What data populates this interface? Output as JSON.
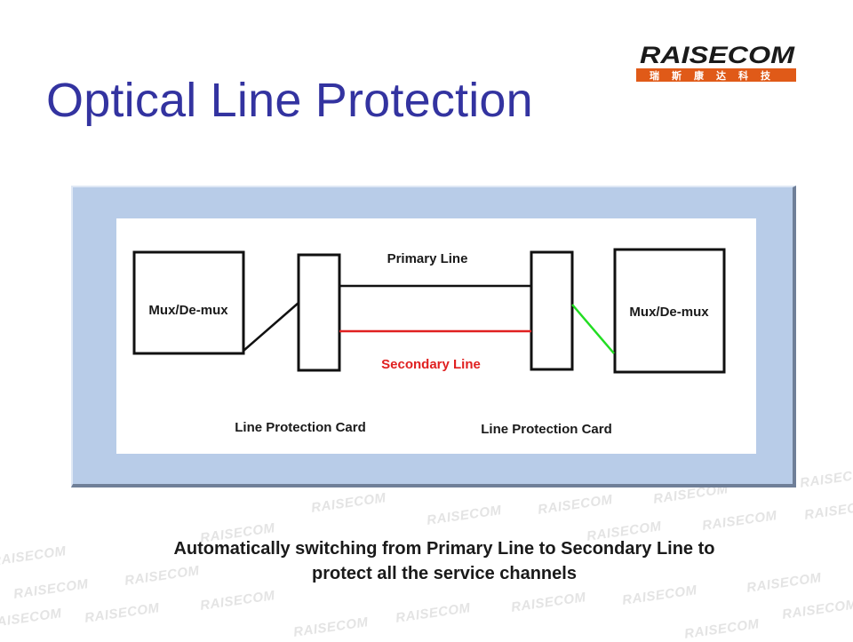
{
  "slide": {
    "title": "Optical Line Protection",
    "caption_line1": "Automatically switching from Primary Line to Secondary Line to",
    "caption_line2": "protect all the service channels"
  },
  "logo": {
    "brand": "RAISECOM",
    "tagline_cn": "瑞斯康达科技",
    "colors": {
      "wordmark": "#1a1a1a",
      "accent": "#e05a18"
    }
  },
  "watermark_text": "RAISECOM",
  "diagram": {
    "left_mux_label": "Mux/De-mux",
    "right_mux_label": "Mux/De-mux",
    "primary_line_label": "Primary Line",
    "secondary_line_label": "Secondary Line",
    "left_card_label": "Line Protection Card",
    "right_card_label": "Line Protection Card",
    "colors": {
      "primary_line": "#111111",
      "secondary_line": "#e02020",
      "left_link": "#111111",
      "right_link": "#22dd22",
      "frame": "#b8cce8"
    }
  }
}
